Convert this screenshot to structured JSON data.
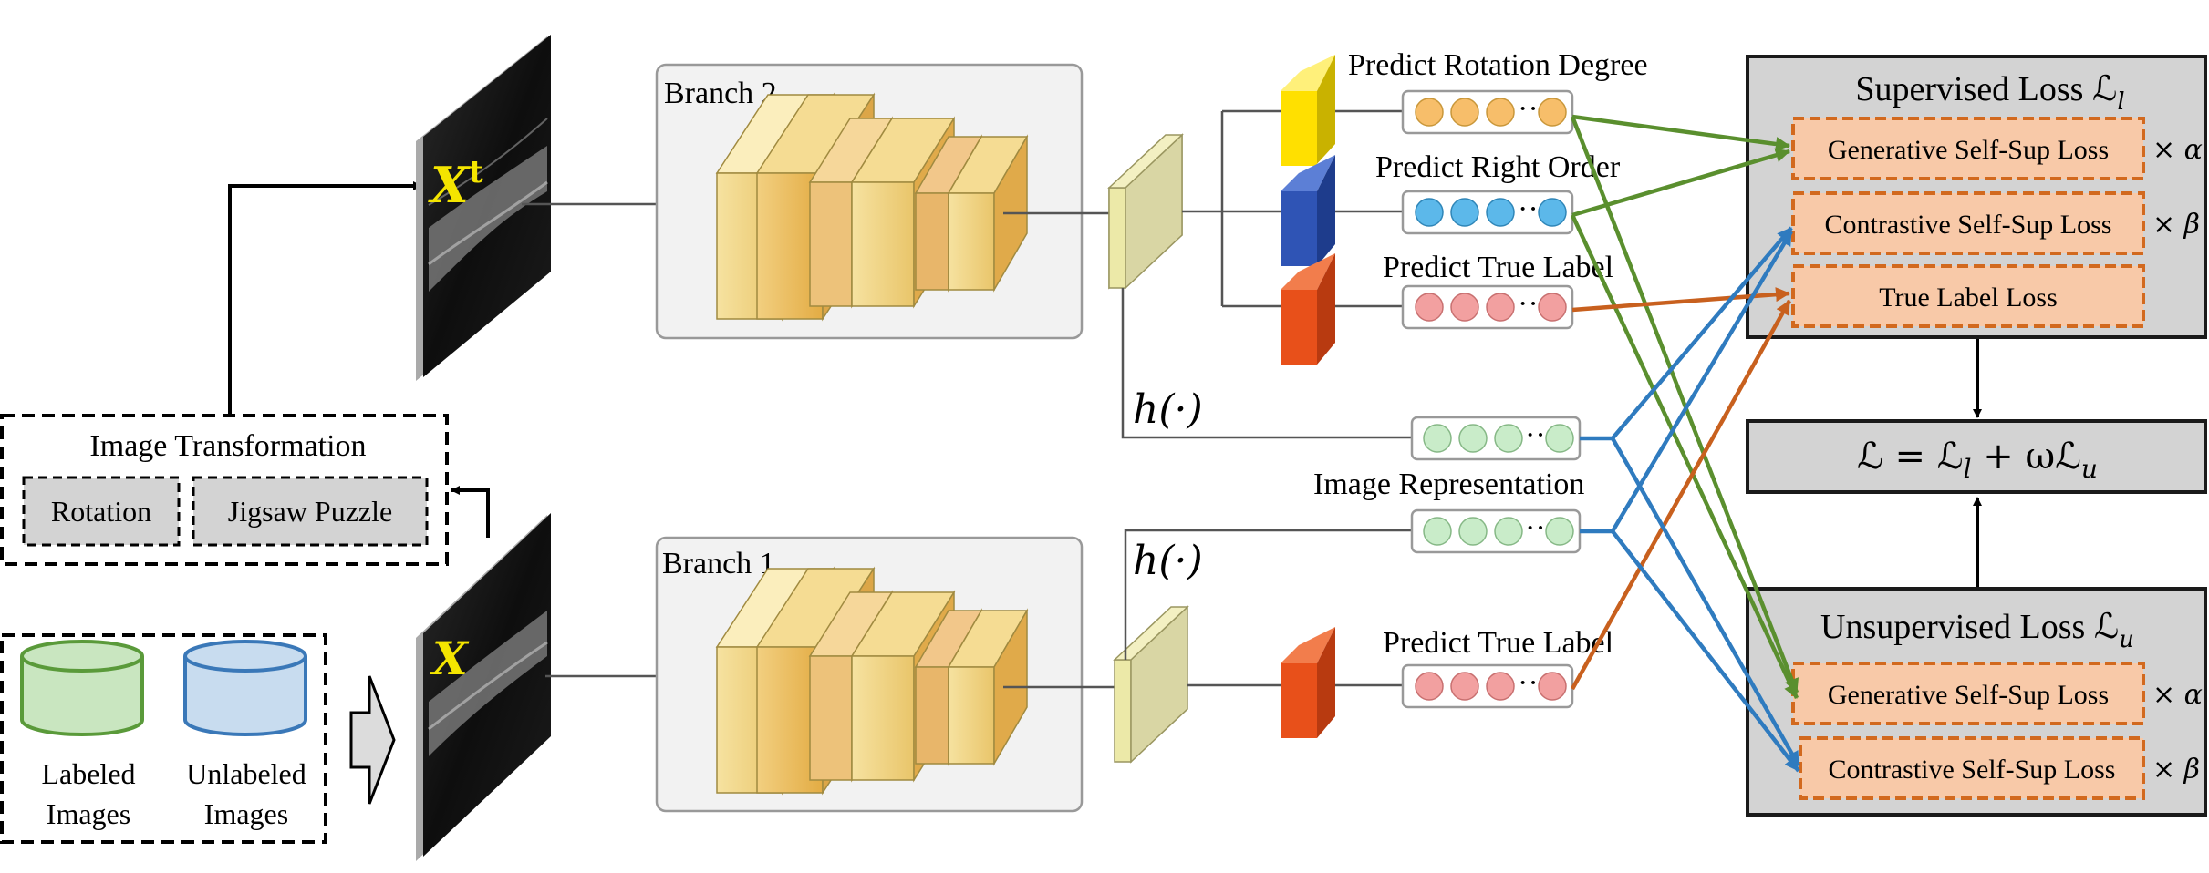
{
  "inputs": {
    "labeled": "Labeled",
    "labeled_2": "Images",
    "unlabeled": "Unlabeled",
    "unlabeled_2": "Images",
    "x_symbol": "X",
    "xt_symbol": "X",
    "xt_superscript": "t"
  },
  "transformation": {
    "title": "Image Transformation",
    "rotation": "Rotation",
    "jigsaw": "Jigsaw Puzzle"
  },
  "branches": {
    "branch2": "Branch 2",
    "branch1": "Branch 1"
  },
  "projection": {
    "h_top": "h(·)",
    "h_bottom": "h(·)"
  },
  "heads": {
    "rotation": "Predict Rotation Degree",
    "order": "Predict Right Order",
    "true_label_top": "Predict True Label",
    "representation": "Image Representation",
    "true_label_bottom": "Predict True Label",
    "dots": "···"
  },
  "supervised": {
    "title": "Supervised Loss ",
    "title_symbol": "ℒ",
    "title_sub": "l",
    "generative": "Generative Self-Sup Loss",
    "contrastive": "Contrastive Self-Sup Loss",
    "true_label": "True Label Loss",
    "alpha": "× α",
    "beta": "× β"
  },
  "total": {
    "formula": "ℒ = ℒ",
    "sub_l": "l",
    "plus": " + ωℒ",
    "sub_u": "u"
  },
  "unsupervised": {
    "title": "Unsupervised Loss ",
    "title_symbol": "ℒ",
    "title_sub": "u",
    "generative": "Generative Self-Sup Loss",
    "contrastive": "Contrastive Self-Sup Loss",
    "alpha": "× α",
    "beta": "× β"
  },
  "colors": {
    "rotation_head": "#ffe000",
    "order_head": "#2f54b5",
    "label_head": "#e8501a",
    "rotation_node": "#f7be6a",
    "order_node": "#5cb8ea",
    "label_node": "#f2a0a0",
    "repr_node": "#c9ecc9",
    "green_arrow": "#5a8f2e",
    "blue_arrow": "#2f7bbf",
    "orange_arrow": "#c8601e",
    "loss_box": "#d3d3d3",
    "loss_item": "#f8c9a8",
    "loss_item_border": "#d2691e"
  },
  "icons": {
    "labeled_db": "database-icon",
    "unlabeled_db": "database-icon"
  }
}
